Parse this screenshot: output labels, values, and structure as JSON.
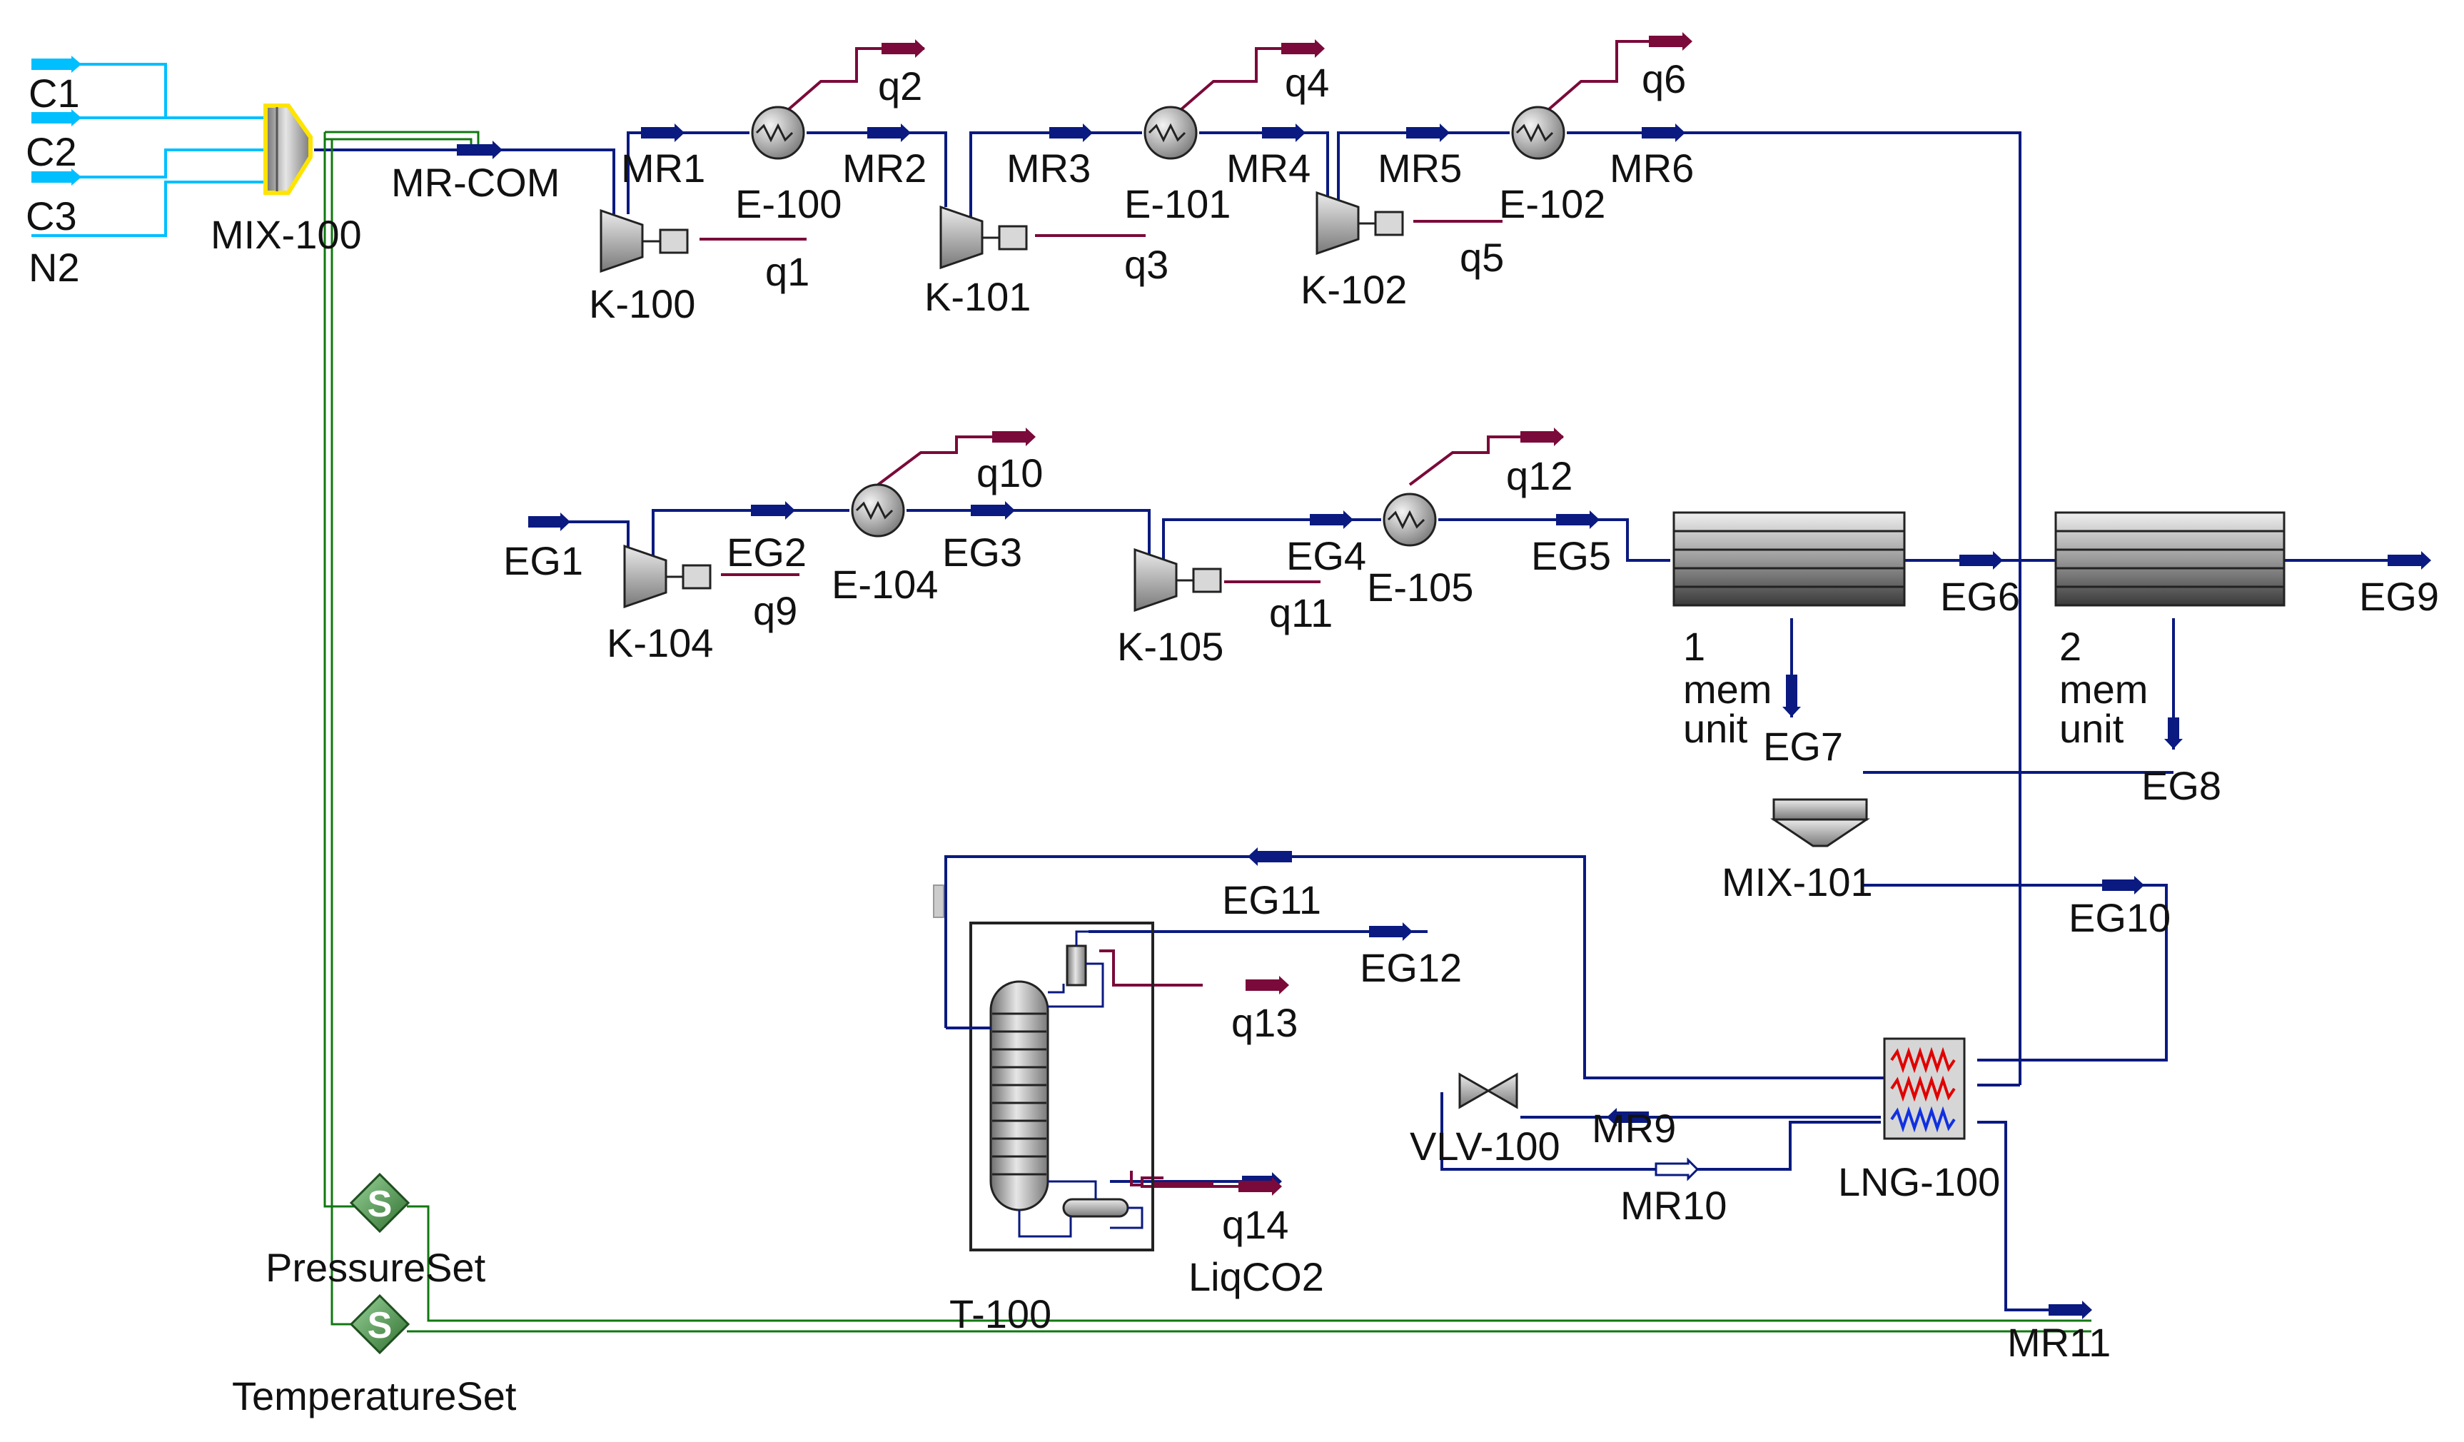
{
  "colors": {
    "feed": "#00bfff",
    "material": "#0a1a80",
    "energy": "#7a0a3a",
    "logic": "#107810",
    "mixer_highlight": "#ffe400",
    "equipment": "#b5b5b5"
  },
  "feeds": {
    "c1": "C1",
    "c2": "C2",
    "c3": "C3",
    "n2": "N2"
  },
  "units": {
    "mix100": "MIX-100",
    "k100": "K-100",
    "k101": "K-101",
    "k102": "K-102",
    "e100": "E-100",
    "e101": "E-101",
    "e102": "E-102",
    "k104": "K-104",
    "k105": "K-105",
    "e104": "E-104",
    "e105": "E-105",
    "mem1": [
      "1",
      "mem",
      "unit"
    ],
    "mem2": [
      "2",
      "mem",
      "unit"
    ],
    "mix101": "MIX-101",
    "t100": "T-100",
    "lng100": "LNG-100",
    "vlv100": "VLV-100",
    "pressure_set": "PressureSet",
    "temperature_set": "TemperatureSet",
    "set_icon": "S"
  },
  "streams": {
    "mrcom": "MR-COM",
    "mr1": "MR1",
    "mr2": "MR2",
    "mr3": "MR3",
    "mr4": "MR4",
    "mr5": "MR5",
    "mr6": "MR6",
    "mr9": "MR9",
    "mr10": "MR10",
    "mr11": "MR11",
    "eg1": "EG1",
    "eg2": "EG2",
    "eg3": "EG3",
    "eg4": "EG4",
    "eg5": "EG5",
    "eg6": "EG6",
    "eg7": "EG7",
    "eg8": "EG8",
    "eg9": "EG9",
    "eg10": "EG10",
    "eg11": "EG11",
    "eg12": "EG12",
    "liqco2": "LiqCO2"
  },
  "energy_streams": {
    "q1": "q1",
    "q2": "q2",
    "q3": "q3",
    "q4": "q4",
    "q5": "q5",
    "q6": "q6",
    "q9": "q9",
    "q10": "q10",
    "q11": "q11",
    "q12": "q12",
    "q13": "q13",
    "q14": "q14"
  }
}
